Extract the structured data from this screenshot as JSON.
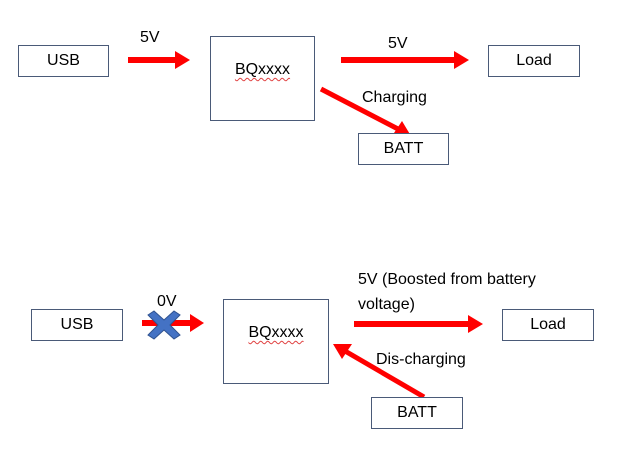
{
  "colors": {
    "arrow": "#ff0000",
    "box_border": "#4a5a78",
    "cross_fill": "#4472c4",
    "cross_stroke": "#2f528f",
    "spell_underline": "#e04040"
  },
  "scenario_charging": {
    "usb": "USB",
    "chip": "BQxxxx",
    "load": "Load",
    "batt": "BATT",
    "input_voltage": "5V",
    "output_voltage": "5V",
    "batt_flow": "Charging"
  },
  "scenario_discharging": {
    "usb": "USB",
    "chip": "BQxxxx",
    "load": "Load",
    "batt": "BATT",
    "input_voltage": "0V",
    "input_blocked_icon": "blue-x-cross",
    "output_voltage": "5V (Boosted from battery voltage)",
    "output_voltage_line1": "5V (Boosted from battery",
    "output_voltage_line2": "voltage)",
    "batt_flow": "Dis-charging"
  }
}
